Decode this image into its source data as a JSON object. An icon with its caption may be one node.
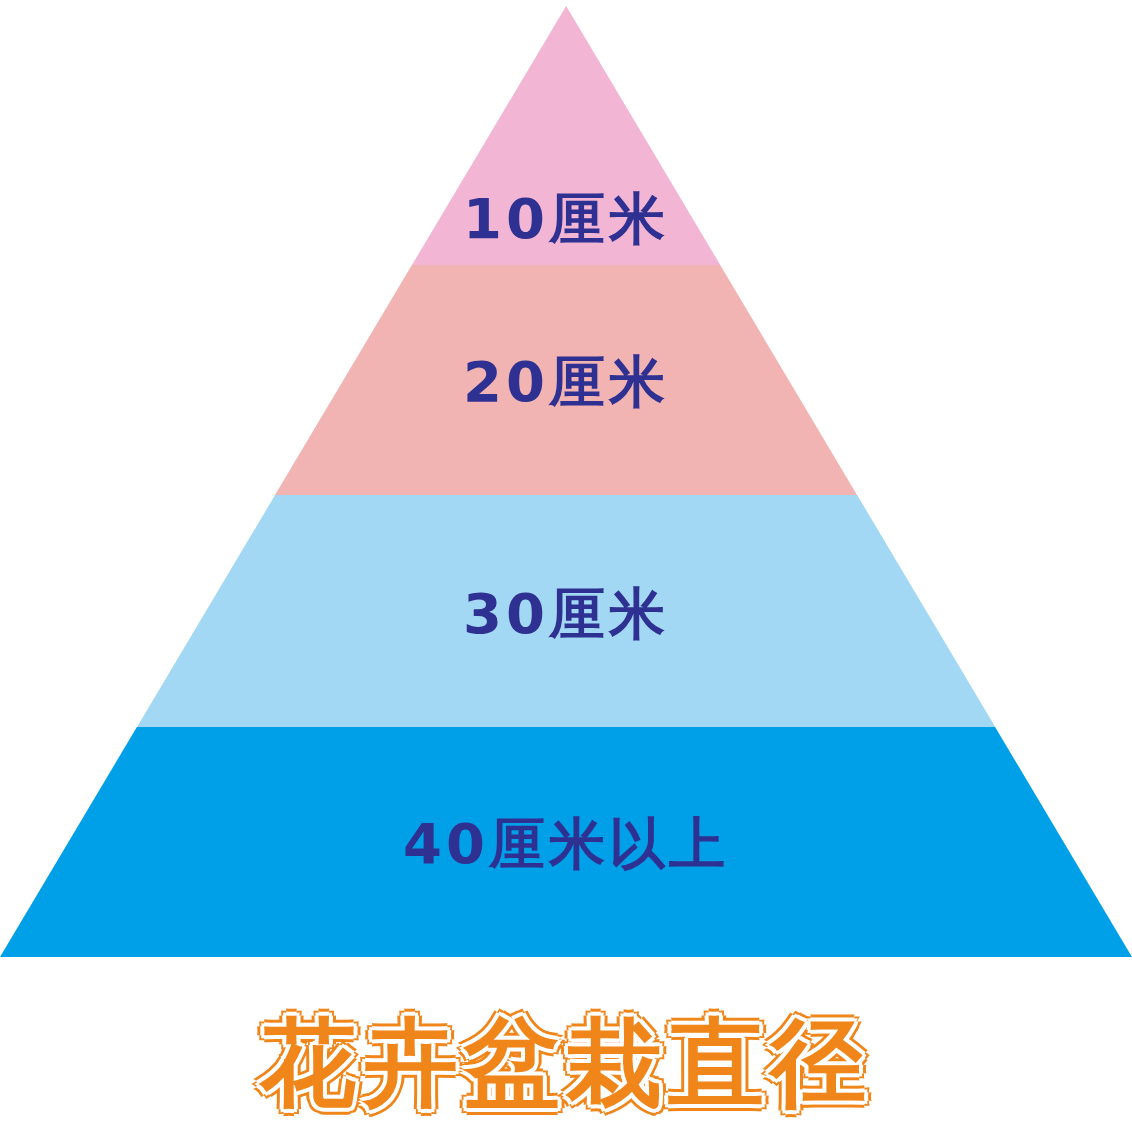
{
  "diagram": {
    "title": "花卉盆栽直径",
    "nodes": [
      {
        "text": [
          "10厘米"
        ]
      },
      {
        "text": [
          "20厘米"
        ]
      },
      {
        "text": [
          "30厘米"
        ]
      },
      {
        "text": [
          "40厘米以上"
        ]
      }
    ]
  }
}
